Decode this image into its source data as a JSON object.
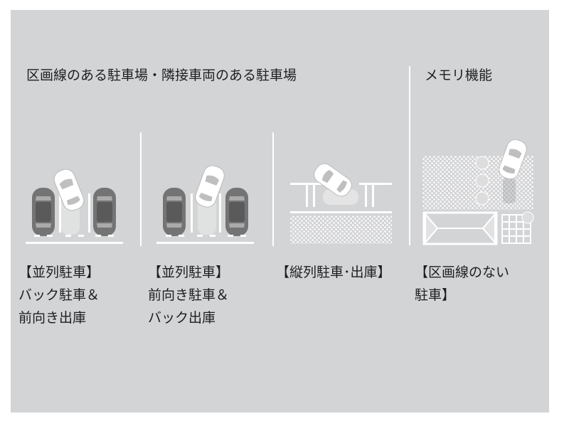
{
  "headers": {
    "section_1": "区画線のある駐車場・隣接車両のある駐車場",
    "section_2": "メモリ機能"
  },
  "captions": [
    {
      "line1": "【並列駐車】",
      "line2": "バック駐車＆",
      "line3": "前向き出庫"
    },
    {
      "line1": "【並列駐車】",
      "line2": "前向き駐車＆",
      "line3": "バック出庫"
    },
    {
      "line1": "【縦列駐車･出庫】"
    },
    {
      "line1": "【区画線のない",
      "line2": "駐車】"
    }
  ],
  "colors": {
    "background": "#d3d4d6",
    "lines": "#ffffff",
    "parked_car": "#707070",
    "text": "#1e1e1e"
  }
}
